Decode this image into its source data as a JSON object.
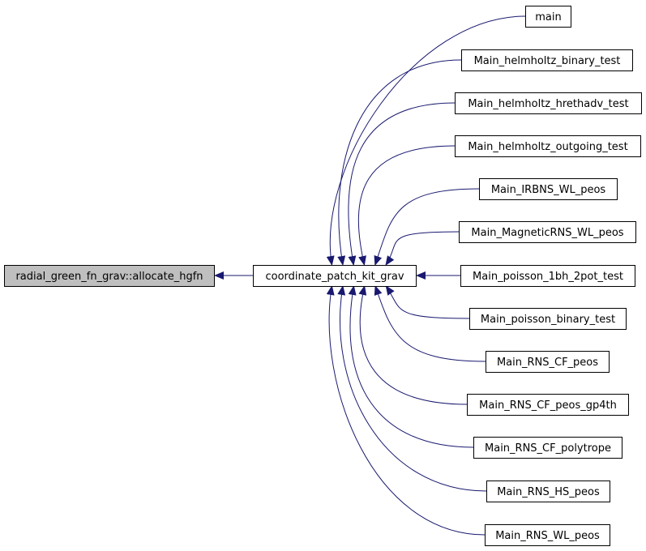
{
  "colors": {
    "edge": "#191970",
    "focus_fill": "#bfbfbf",
    "node_fill": "#ffffff",
    "border": "#000000"
  },
  "graph": {
    "focus": "radial_green_fn_grav::allocate_hgfn",
    "hub": "coordinate_patch_kit_grav",
    "callers": [
      "main",
      "Main_helmholtz_binary_test",
      "Main_helmholtz_hrethadv_test",
      "Main_helmholtz_outgoing_test",
      "Main_IRBNS_WL_peos",
      "Main_MagneticRNS_WL_peos",
      "Main_poisson_1bh_2pot_test",
      "Main_poisson_binary_test",
      "Main_RNS_CF_peos",
      "Main_RNS_CF_peos_gp4th",
      "Main_RNS_CF_polytrope",
      "Main_RNS_HS_peos",
      "Main_RNS_WL_peos"
    ]
  }
}
